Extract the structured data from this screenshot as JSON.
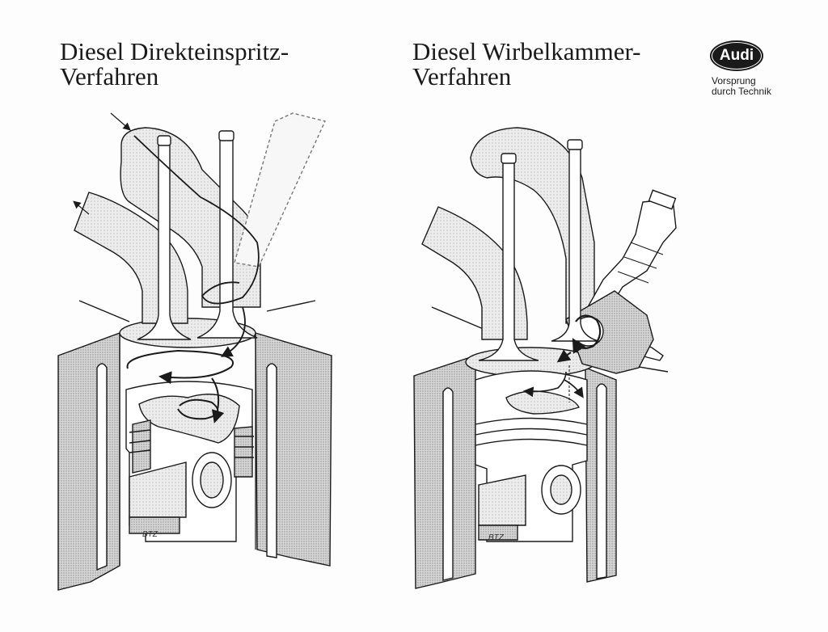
{
  "left_panel": {
    "title_line1": "Diesel Direkteinspritz-",
    "title_line2": "Verfahren",
    "signature": "BTZ"
  },
  "right_panel": {
    "title_line1": "Diesel Wirbelkammer-",
    "title_line2": "Verfahren",
    "signature": "BTZ"
  },
  "logo": {
    "brand": "Audi",
    "slogan_line1": "Vorsprung",
    "slogan_line2": "durch Technik"
  },
  "colors": {
    "ink": "#1a1a1a",
    "hatch": "#8a8a8a",
    "background": "#fdfdfd"
  }
}
